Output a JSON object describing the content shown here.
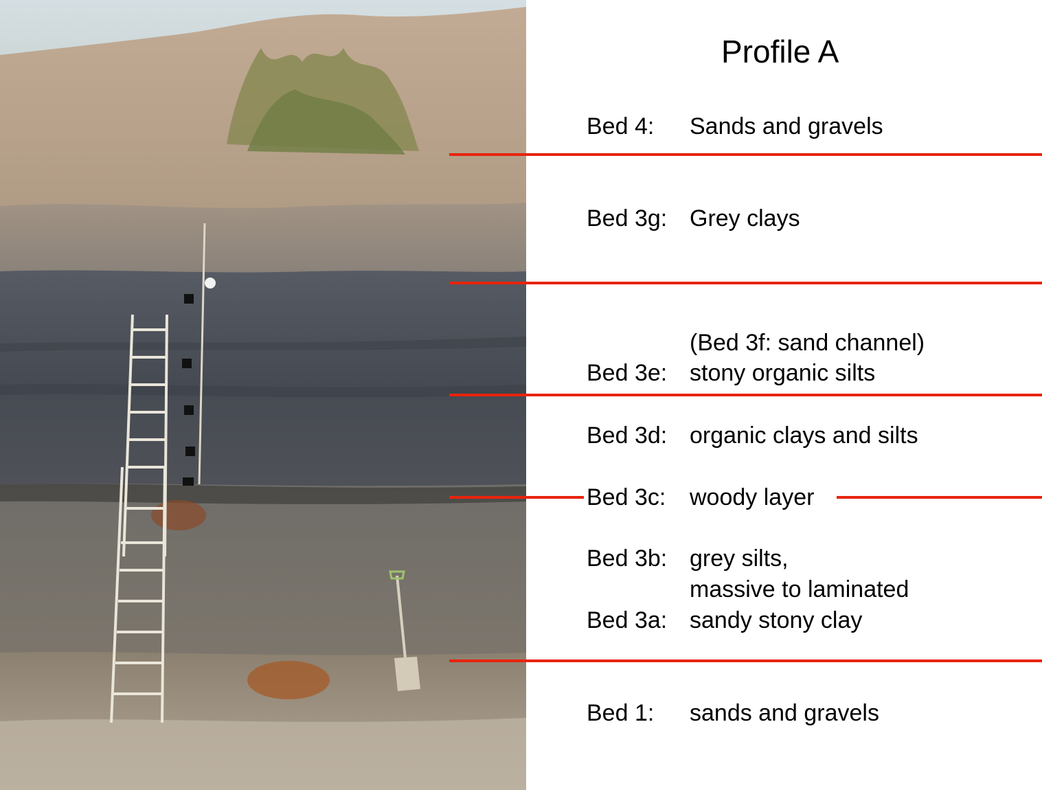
{
  "title": "Profile A",
  "beds": [
    {
      "id": "4",
      "label": "Bed 4:",
      "desc": "Sands and gravels"
    },
    {
      "id": "3g",
      "label": "Bed 3g:",
      "desc": "Grey clays"
    },
    {
      "id": "3f",
      "label": "",
      "desc": "(Bed 3f:  sand channel)"
    },
    {
      "id": "3e",
      "label": "Bed 3e:",
      "desc": "stony organic silts"
    },
    {
      "id": "3d",
      "label": "Bed 3d:",
      "desc": "organic clays and silts"
    },
    {
      "id": "3c",
      "label": "Bed 3c:",
      "desc": "woody layer"
    },
    {
      "id": "3b",
      "label": "Bed 3b:",
      "desc": "grey silts,"
    },
    {
      "id": "3b2",
      "label": "",
      "desc": "massive to laminated"
    },
    {
      "id": "3a",
      "label": "Bed 3a:",
      "desc": "sandy stony clay"
    },
    {
      "id": "1",
      "label": "Bed 1:",
      "desc": "sands and gravels"
    }
  ],
  "colors": {
    "boundary_line": "#e8240c",
    "sky": "#d9e2e6",
    "sandy_sediment": "#b9a58f",
    "dark_silts": "#4d525a",
    "ladder": "#e8e4d8"
  }
}
